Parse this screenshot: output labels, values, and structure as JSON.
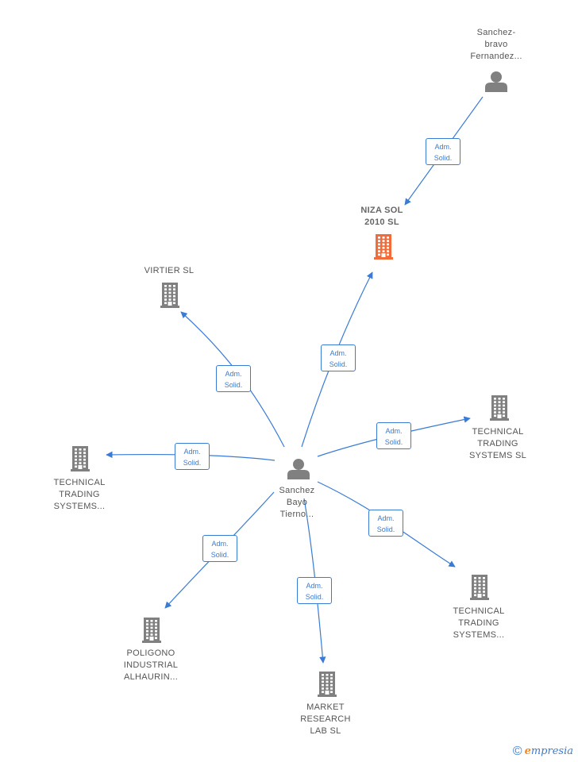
{
  "edge_label": [
    "Adm.",
    "Solid."
  ],
  "colors": {
    "edge": "#3a7bd5",
    "company": "#808080",
    "focus": "#f26b3a",
    "person": "#808080"
  },
  "nodes": {
    "sanchez_bravo": {
      "kind": "person",
      "lines": [
        "Sanchez-",
        "bravo",
        "Fernandez..."
      ]
    },
    "niza_sol": {
      "kind": "focus",
      "lines": [
        "NIZA SOL",
        "2010 SL"
      ]
    },
    "virtier": {
      "kind": "company",
      "lines": [
        "VIRTIER SL"
      ]
    },
    "tts_right": {
      "kind": "company",
      "lines": [
        "TECHNICAL",
        "TRADING",
        "SYSTEMS SL"
      ]
    },
    "tts_left": {
      "kind": "company",
      "lines": [
        "TECHNICAL",
        "TRADING",
        "SYSTEMS..."
      ]
    },
    "sanchez_bayo": {
      "kind": "person",
      "lines": [
        "Sanchez",
        "Bayo",
        "Tierno..."
      ]
    },
    "tts_lowright": {
      "kind": "company",
      "lines": [
        "TECHNICAL",
        "TRADING",
        "SYSTEMS..."
      ]
    },
    "poligono": {
      "kind": "company",
      "lines": [
        "POLIGONO",
        "INDUSTRIAL",
        "ALHAURIN..."
      ]
    },
    "market": {
      "kind": "company",
      "lines": [
        "MARKET",
        "RESEARCH",
        "LAB SL"
      ]
    }
  },
  "footer": {
    "copyright": "©",
    "brand_first": "e",
    "brand_rest": "mpresia"
  }
}
